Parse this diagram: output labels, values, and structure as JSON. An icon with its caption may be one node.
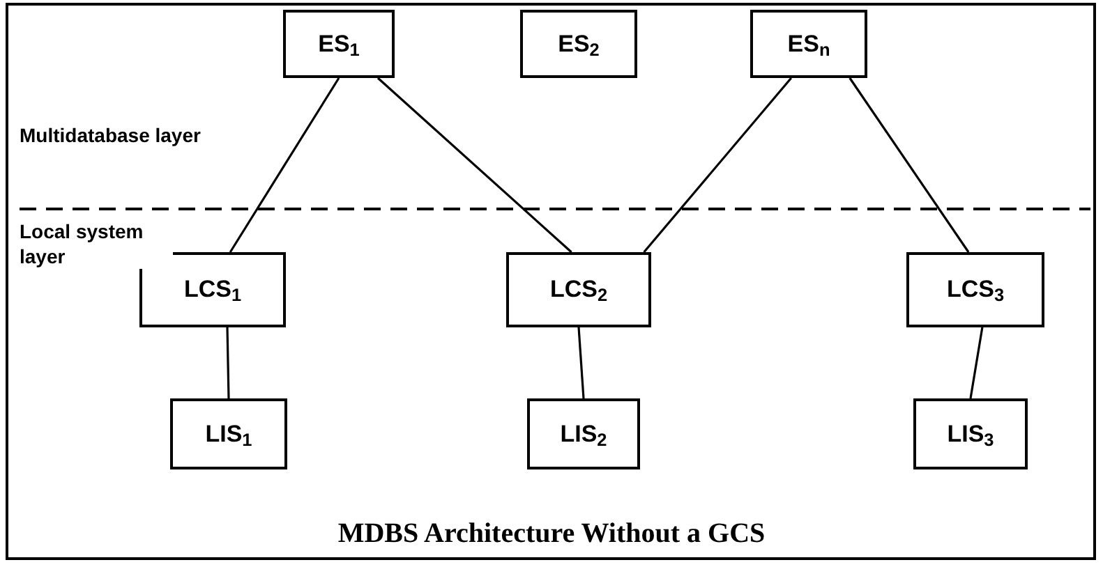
{
  "diagram": {
    "caption": "MDBS Architecture Without a GCS",
    "nodes": [
      {
        "text": [
          "ES$_{1}$"
        ]
      },
      {
        "text": [
          "ES$_{2}$"
        ]
      },
      {
        "text": [
          "ES$_{n}$"
        ]
      },
      {
        "text": [
          "LCS$_{1}$"
        ]
      },
      {
        "text": [
          "LCS$_{2}$"
        ]
      },
      {
        "text": [
          "LCS$_{3}$"
        ]
      },
      {
        "text": [
          "LIS$_{1}$"
        ]
      },
      {
        "text": [
          "LIS$_{2}$"
        ]
      },
      {
        "text": [
          "LIS$_{3}$"
        ]
      }
    ],
    "edges": [
      {
        "from": 0,
        "to": 3,
        "arrow": "none"
      },
      {
        "from": 0,
        "to": 4,
        "arrow": "none"
      },
      {
        "from": 2,
        "to": 4,
        "arrow": "none"
      },
      {
        "from": 2,
        "to": 5,
        "arrow": "none"
      },
      {
        "from": 3,
        "to": 6,
        "arrow": "none"
      },
      {
        "from": 4,
        "to": 7,
        "arrow": "none"
      },
      {
        "from": 5,
        "to": 8,
        "arrow": "none"
      }
    ],
    "labels": [
      "Multidatabase layer",
      "Local system layer"
    ]
  }
}
